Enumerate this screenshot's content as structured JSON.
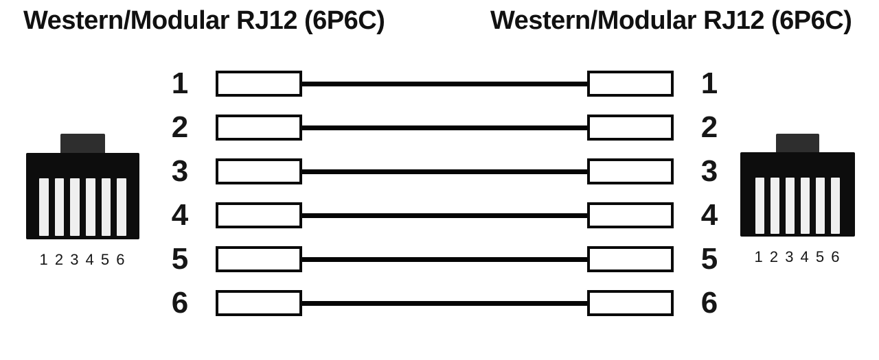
{
  "diagram": {
    "left": {
      "title": "Western/Modular RJ12 (6P6C)",
      "connector_pin_numbers": "1 2 3 4 5 6"
    },
    "right": {
      "title": "Western/Modular RJ12 (6P6C)",
      "connector_pin_numbers": "1 2 3 4 5 6"
    },
    "pins": [
      {
        "left_pin": "1",
        "right_pin": "1"
      },
      {
        "left_pin": "2",
        "right_pin": "2"
      },
      {
        "left_pin": "3",
        "right_pin": "3"
      },
      {
        "left_pin": "4",
        "right_pin": "4"
      },
      {
        "left_pin": "5",
        "right_pin": "5"
      },
      {
        "left_pin": "6",
        "right_pin": "6"
      }
    ],
    "colors": {
      "connector-body": "#0d0d0d",
      "connector-tab": "#2e2e2e",
      "connector-slot": "#efefef",
      "wire": "#050505"
    }
  }
}
